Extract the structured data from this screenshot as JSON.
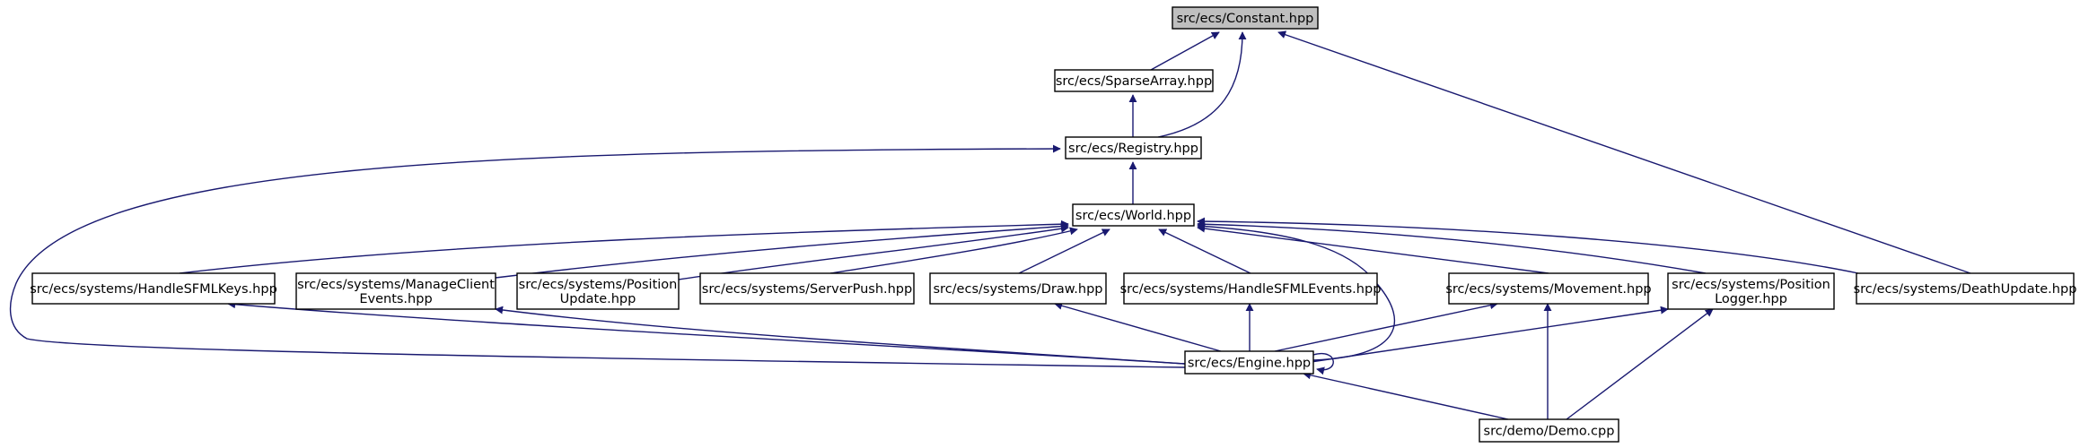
{
  "diagram": {
    "colors": {
      "edge": "#191970",
      "root_fill": "#bfbfbf",
      "node_fill": "#ffffff",
      "border": "#000000"
    },
    "nodes": [
      {
        "id": "constant",
        "lines": [
          "src/ecs/Constant.hpp"
        ],
        "root": true
      },
      {
        "id": "sparsearray",
        "lines": [
          "src/ecs/SparseArray.hpp"
        ]
      },
      {
        "id": "registry",
        "lines": [
          "src/ecs/Registry.hpp"
        ]
      },
      {
        "id": "world",
        "lines": [
          "src/ecs/World.hpp"
        ]
      },
      {
        "id": "handlesfmlkeys",
        "lines": [
          "src/ecs/systems/HandleSFMLKeys.hpp"
        ]
      },
      {
        "id": "manageclientevents",
        "lines": [
          "src/ecs/systems/ManageClient",
          "Events.hpp"
        ]
      },
      {
        "id": "positionupdate",
        "lines": [
          "src/ecs/systems/Position",
          "Update.hpp"
        ]
      },
      {
        "id": "serverpush",
        "lines": [
          "src/ecs/systems/ServerPush.hpp"
        ]
      },
      {
        "id": "draw",
        "lines": [
          "src/ecs/systems/Draw.hpp"
        ]
      },
      {
        "id": "handlesfmlevents",
        "lines": [
          "src/ecs/systems/HandleSFMLEvents.hpp"
        ]
      },
      {
        "id": "movement",
        "lines": [
          "src/ecs/systems/Movement.hpp"
        ]
      },
      {
        "id": "positionlogger",
        "lines": [
          "src/ecs/systems/Position",
          "Logger.hpp"
        ]
      },
      {
        "id": "deathupdate",
        "lines": [
          "src/ecs/systems/DeathUpdate.hpp"
        ]
      },
      {
        "id": "engine",
        "lines": [
          "src/ecs/Engine.hpp"
        ]
      },
      {
        "id": "demo",
        "lines": [
          "src/demo/Demo.cpp"
        ]
      }
    ],
    "edges": [
      {
        "from": "sparsearray",
        "to": "constant"
      },
      {
        "from": "registry",
        "to": "constant"
      },
      {
        "from": "deathupdate",
        "to": "constant"
      },
      {
        "from": "registry",
        "to": "sparsearray"
      },
      {
        "from": "world",
        "to": "registry"
      },
      {
        "from": "engine",
        "to": "registry"
      },
      {
        "from": "handlesfmlkeys",
        "to": "world"
      },
      {
        "from": "manageclientevents",
        "to": "world"
      },
      {
        "from": "positionupdate",
        "to": "world"
      },
      {
        "from": "serverpush",
        "to": "world"
      },
      {
        "from": "draw",
        "to": "world"
      },
      {
        "from": "handlesfmlevents",
        "to": "world"
      },
      {
        "from": "movement",
        "to": "world"
      },
      {
        "from": "positionlogger",
        "to": "world"
      },
      {
        "from": "deathupdate",
        "to": "world"
      },
      {
        "from": "engine",
        "to": "world"
      },
      {
        "from": "engine",
        "to": "handlesfmlkeys"
      },
      {
        "from": "engine",
        "to": "manageclientevents"
      },
      {
        "from": "engine",
        "to": "draw"
      },
      {
        "from": "engine",
        "to": "handlesfmlevents"
      },
      {
        "from": "engine",
        "to": "movement"
      },
      {
        "from": "engine",
        "to": "positionlogger"
      },
      {
        "from": "engine",
        "to": "engine"
      },
      {
        "from": "demo",
        "to": "engine"
      },
      {
        "from": "demo",
        "to": "movement"
      },
      {
        "from": "demo",
        "to": "positionlogger"
      }
    ]
  }
}
